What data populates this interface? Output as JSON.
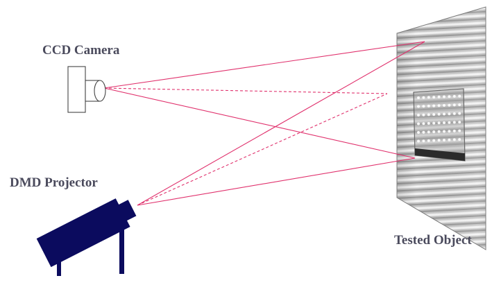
{
  "labels": {
    "camera": "CCD Camera",
    "projector": "DMD Projector",
    "object": "Tested Object"
  },
  "colors": {
    "ray": "#e0306c",
    "projector_body": "#0b0b5e",
    "camera_outline": "#444444",
    "label_text": "#4a4a5c",
    "background": "#ffffff"
  },
  "elements": {
    "camera_style": "outline",
    "projector_style": "filled",
    "object_pattern": "horizontal-fringes",
    "dashed_rays": 2,
    "solid_rays": 4
  }
}
